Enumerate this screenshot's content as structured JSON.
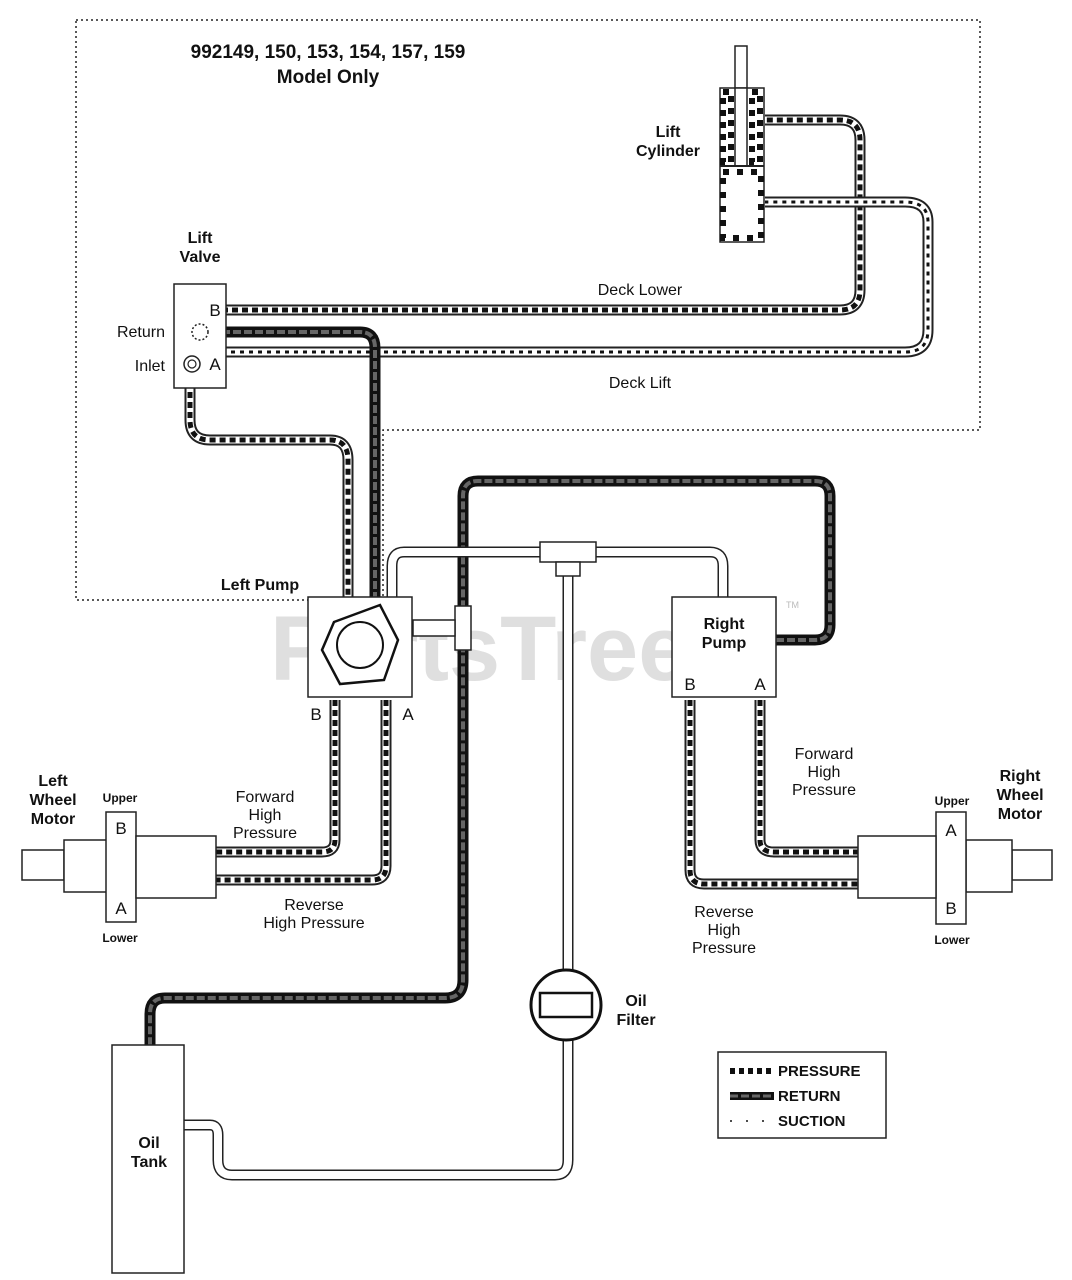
{
  "header": {
    "models_line": "992149, 150, 153, 154, 157, 159",
    "model_only": "Model Only"
  },
  "lift_cylinder": {
    "line1": "Lift",
    "line2": "Cylinder"
  },
  "lift_valve": {
    "line1": "Lift",
    "line2": "Valve",
    "port_b": "B",
    "port_a": "A",
    "return": "Return",
    "inlet": "Inlet"
  },
  "lines": {
    "deck_lower": "Deck Lower",
    "deck_lift": "Deck Lift"
  },
  "left_pump": {
    "label": "Left Pump",
    "port_b": "B",
    "port_a": "A"
  },
  "right_pump": {
    "line1": "Right",
    "line2": "Pump",
    "port_b": "B",
    "port_a": "A",
    "tm": "TM"
  },
  "left_wheel_motor": {
    "line1": "Left",
    "line2": "Wheel",
    "line3": "Motor",
    "upper": "Upper",
    "lower": "Lower",
    "port_b": "B",
    "port_a": "A"
  },
  "right_wheel_motor": {
    "line1": "Right",
    "line2": "Wheel",
    "line3": "Motor",
    "upper": "Upper",
    "lower": "Lower",
    "port_a": "A",
    "port_b": "B"
  },
  "left_forward": {
    "line1": "Forward",
    "line2": "High",
    "line3": "Pressure"
  },
  "left_reverse": {
    "line1": "Reverse",
    "line2": "High Pressure"
  },
  "right_forward": {
    "line1": "Forward",
    "line2": "High",
    "line3": "Pressure"
  },
  "right_reverse": {
    "line1": "Reverse",
    "line2": "High",
    "line3": "Pressure"
  },
  "oil_filter": {
    "line1": "Oil",
    "line2": "Filter"
  },
  "oil_tank": {
    "line1": "Oil",
    "line2": "Tank"
  },
  "legend": {
    "pressure": "PRESSURE",
    "return": "RETURN",
    "suction": "SUCTION"
  },
  "watermark": "PartsTree"
}
